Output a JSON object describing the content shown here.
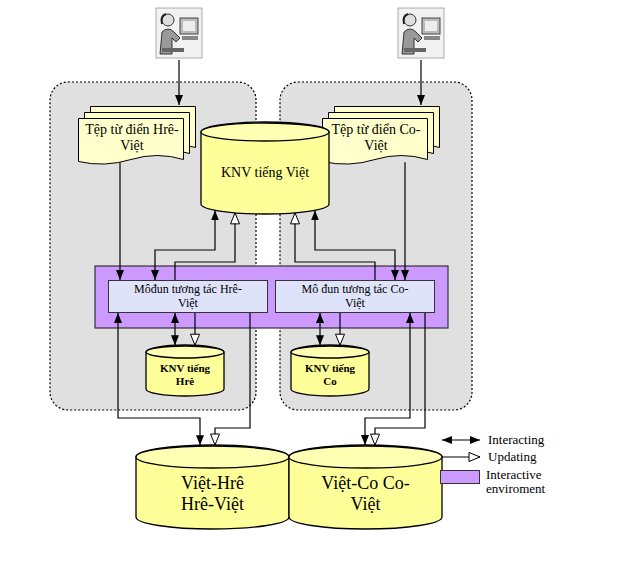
{
  "diagram": {
    "nodes": [
      {
        "text": [
          "Tệp từ điển Hrê-Việt"
        ]
      },
      {
        "text": [
          "Tệp từ điển Co-Việt"
        ]
      },
      {
        "text": [
          "KNV tiếng Việt"
        ]
      },
      {
        "text": [
          "Môđun tương tác Hrê-Việt"
        ]
      },
      {
        "text": [
          "Mô đun tương tác Co-Việt"
        ]
      },
      {
        "text": [
          "KNV tiếng Hrê"
        ]
      },
      {
        "text": [
          "KNV tiếng Co"
        ]
      },
      {
        "text": [
          "Việt-Hrê Hrê-Việt"
        ]
      },
      {
        "text": [
          "Việt-Co Co-Việt"
        ]
      }
    ],
    "edges": [
      {
        "from": 0,
        "to": 3,
        "arrow": "to"
      },
      {
        "from": 1,
        "to": 4,
        "arrow": "to"
      },
      {
        "from": 3,
        "to": 2,
        "arrow": "both"
      },
      {
        "from": 3,
        "to": 2,
        "arrow": "to"
      },
      {
        "from": 4,
        "to": 2,
        "arrow": "both"
      },
      {
        "from": 4,
        "to": 2,
        "arrow": "to"
      },
      {
        "from": 3,
        "to": 5,
        "arrow": "both"
      },
      {
        "from": 3,
        "to": 5,
        "arrow": "to"
      },
      {
        "from": 4,
        "to": 6,
        "arrow": "both"
      },
      {
        "from": 4,
        "to": 6,
        "arrow": "to"
      },
      {
        "from": 3,
        "to": 7,
        "arrow": "both"
      },
      {
        "from": 3,
        "to": 7,
        "arrow": "to"
      },
      {
        "from": 4,
        "to": 8,
        "arrow": "both"
      },
      {
        "from": 4,
        "to": 8,
        "arrow": "to"
      }
    ],
    "legend": [
      {
        "text": "Interacting"
      },
      {
        "text": "Updating"
      },
      {
        "text": "Interactive enviroment",
        "color": "#cc99ff"
      }
    ]
  }
}
